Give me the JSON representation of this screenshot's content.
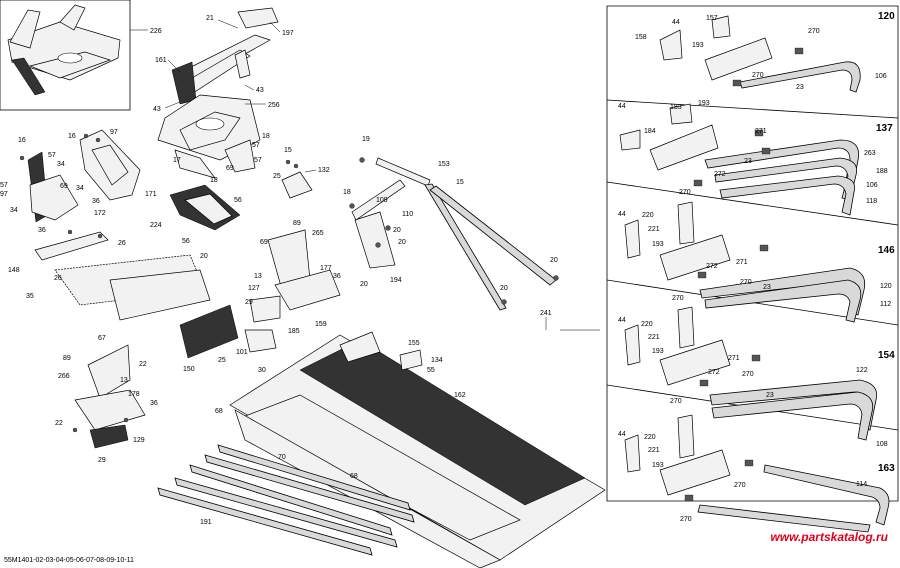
{
  "diagram_id": "55M1401-02-03-04-05-06-07-08-09-10-11",
  "watermark": "www.partskatalog.ru",
  "inset_boxes": [
    "120",
    "137",
    "146",
    "154",
    "163"
  ],
  "callouts": {
    "c226": "226",
    "c21": "21",
    "c197": "197",
    "c161": "161",
    "c43a": "43",
    "c43b": "43",
    "c256": "256",
    "c18a": "18",
    "c57a": "57",
    "c57b": "57",
    "c17": "17",
    "c69a": "69",
    "c18b": "18",
    "c16a": "16",
    "c16b": "16",
    "c97a": "97",
    "c57c": "57",
    "c34a": "34",
    "c69b": "69",
    "c34b": "34",
    "c36a": "36",
    "c171": "171",
    "c57d": "57",
    "c97b": "97",
    "c34c": "34",
    "c172": "172",
    "c36b": "36",
    "c26a": "26",
    "c148": "148",
    "c35": "35",
    "c26b": "26",
    "c25a": "25",
    "c132": "132",
    "c15a": "15",
    "c224": "224",
    "c56a": "56",
    "c56b": "56",
    "c20a": "20",
    "c89a": "89",
    "c265": "265",
    "c69c": "69",
    "c177": "177",
    "c13a": "13",
    "c36c": "36",
    "c127": "127",
    "c29a": "29",
    "c150": "150",
    "c25b": "25",
    "c101": "101",
    "c30": "30",
    "c185": "185",
    "c159": "159",
    "c19": "19",
    "c153": "153",
    "c15b": "15",
    "c18c": "18",
    "c109": "109",
    "c110": "110",
    "c20b": "20",
    "c20c": "20",
    "c194": "194",
    "c20d": "20",
    "c20e": "20",
    "c20f": "20",
    "c241": "241",
    "c67": "67",
    "c89b": "89",
    "c22a": "22",
    "c266": "266",
    "c13b": "13",
    "c178": "178",
    "c36d": "36",
    "c22b": "22",
    "c129": "129",
    "c29b": "29",
    "c68a": "68",
    "c70": "70",
    "c68b": "68",
    "c191": "191",
    "c155": "155",
    "c134": "134",
    "c55": "55",
    "c162": "162",
    "b120_44": "44",
    "b120_157": "157",
    "b120_158": "158",
    "b120_193": "193",
    "b120_270a": "270",
    "b120_270b": "270",
    "b120_23": "23",
    "b120_106": "106",
    "b137_44": "44",
    "b137_183": "183",
    "b137_193": "193",
    "b137_184": "184",
    "b137_271": "271",
    "b137_23": "23",
    "b137_272": "272",
    "b137_270": "270",
    "b137_263": "263",
    "b137_188": "188",
    "b137_106": "106",
    "b137_118": "118",
    "b146_44": "44",
    "b146_220": "220",
    "b146_221": "221",
    "b146_193": "193",
    "b146_271": "271",
    "b146_272": "272",
    "b146_270a": "270",
    "b146_23": "23",
    "b146_120": "120",
    "b146_270b": "270",
    "b146_112": "112",
    "b154_44": "44",
    "b154_220": "220",
    "b154_221": "221",
    "b154_193": "193",
    "b154_271": "271",
    "b154_272": "272",
    "b154_270a": "270",
    "b154_23": "23",
    "b154_122": "122",
    "b154_270b": "270",
    "b154_108": "108",
    "b163_44": "44",
    "b163_220": "220",
    "b163_221": "221",
    "b163_193": "193",
    "b163_270a": "270",
    "b163_114": "114",
    "b163_270b": "270"
  }
}
